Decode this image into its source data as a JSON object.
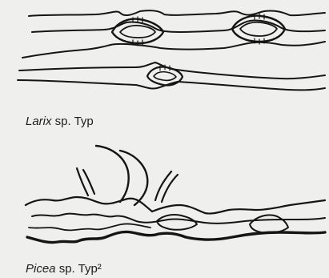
{
  "figures": [
    {
      "genus": "Larix",
      "suffix": " sp. Typ"
    },
    {
      "genus": "Picea",
      "suffix": " sp. Typ²"
    }
  ]
}
